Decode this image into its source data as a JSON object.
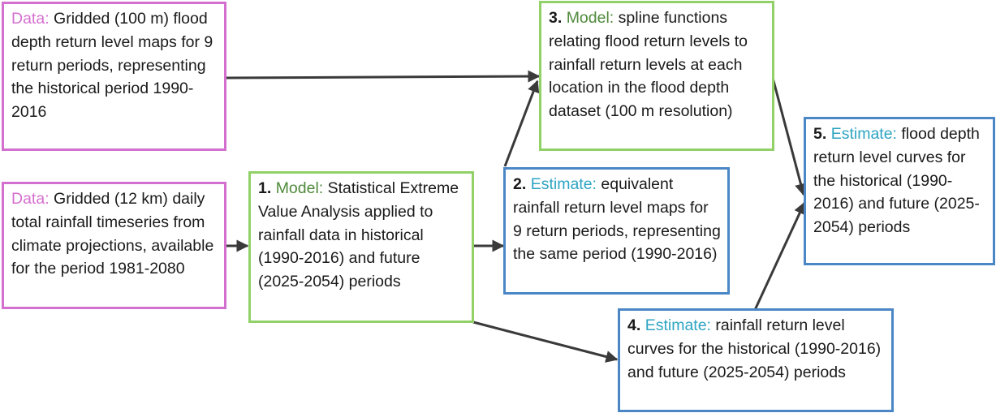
{
  "boxes": {
    "data_flood": {
      "keyword": "Data:",
      "text": " Gridded (100 m) flood depth return level maps for 9 return periods, representing the historical period 1990-2016"
    },
    "data_rain": {
      "keyword": "Data:",
      "text": " Gridded (12 km) daily total rainfall timeseries from climate projections, available for the period 1981-2080"
    },
    "model_eva": {
      "number": "1.",
      "keyword": "Model:",
      "text": " Statistical Extreme Value Analysis applied to rainfall data in historical (1990-2016) and future (2025-2054) periods"
    },
    "estimate_equiv": {
      "number": "2.",
      "keyword": "Estimate:",
      "text": " equivalent rainfall return level maps for 9 return periods, representing the same period (1990-2016)"
    },
    "model_spline": {
      "number": "3.",
      "keyword": "Model:",
      "text": " spline functions relating flood return levels to rainfall return levels at each location in the flood depth dataset (100 m resolution)"
    },
    "estimate_rain_curves": {
      "number": "4.",
      "keyword": "Estimate:",
      "text": " rainfall return level curves for the historical (1990-2016) and future (2025-2054) periods"
    },
    "estimate_flood_curves": {
      "number": "5.",
      "keyword": "Estimate:",
      "text": " flood depth return level curves for the historical (1990-2016) and future (2025-2054) periods"
    }
  },
  "colors": {
    "data_border": "#d36fcf",
    "model_border": "#92d168",
    "estimate_border": "#4b87c6",
    "data_keyword": "#d56fcf",
    "model_keyword": "#4f8a3a",
    "estimate_keyword": "#2ea4c3",
    "arrow": "#3a3a3a"
  }
}
